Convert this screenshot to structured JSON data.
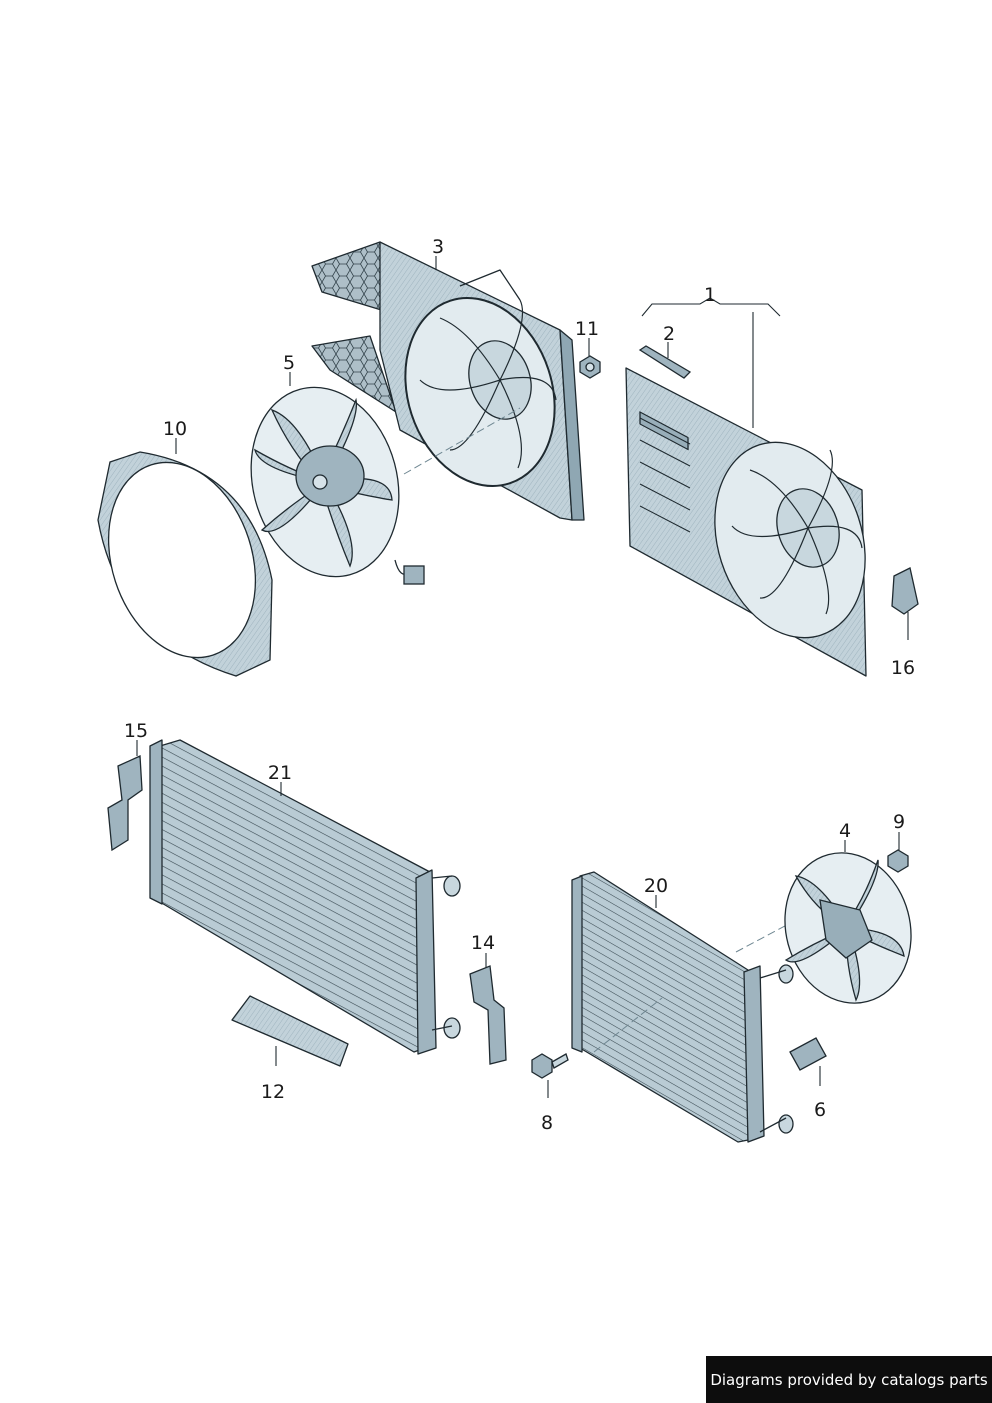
{
  "diagram": {
    "callouts": {
      "c1": "1",
      "c2": "2",
      "c3": "3",
      "c4": "4",
      "c5": "5",
      "c6": "6",
      "c8": "8",
      "c9": "9",
      "c10": "10",
      "c11": "11",
      "c12": "12",
      "c14": "14",
      "c15": "15",
      "c16": "16",
      "c20": "20",
      "c21": "21"
    }
  },
  "footer": {
    "credit": "Diagrams provided by catalogs parts"
  },
  "colors": {
    "part_fill": "#b7c9d2",
    "part_fill_light": "#d6e2e8",
    "part_fill_dark": "#8fa7b3",
    "line": "#1f2a30"
  }
}
